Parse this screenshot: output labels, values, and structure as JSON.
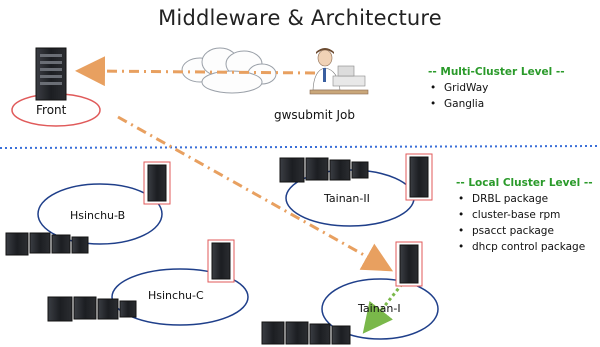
{
  "title": "Middleware & Architecture",
  "nodes": {
    "front": "Front",
    "submit": "gwsubmit  Job",
    "hsinchu_b": "Hsinchu-B",
    "hsinchu_c": "Hsinchu-C",
    "tainan_ii": "Tainan-II",
    "tainan_i": "Tainan-I"
  },
  "multi_cluster": {
    "title": "-- Multi-Cluster Level --",
    "items": [
      "GridWay",
      "Ganglia"
    ]
  },
  "local_cluster": {
    "title": "-- Local Cluster Level --",
    "items": [
      "DRBL package",
      "cluster-base rpm",
      "psacct package",
      "dhcp control package"
    ]
  },
  "colors": {
    "title": "#222222",
    "group_title": "#2a9a2a",
    "ellipse": "#1f3f8a",
    "front_ellipse": "#e05a5a",
    "divider": "#3a6fd8",
    "flow_arrow": "#e8a060",
    "green_arrow": "#7ab84a"
  }
}
